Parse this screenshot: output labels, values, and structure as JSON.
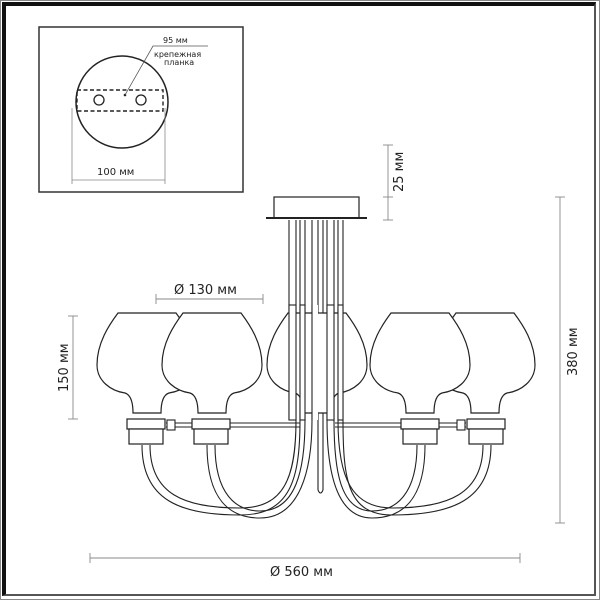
{
  "inset": {
    "bracket_label_line1": "крепежная",
    "bracket_label_line2": "планка",
    "bracket_width": "95 мм",
    "canopy_diameter": "100 мм"
  },
  "dimensions": {
    "canopy_height": "25 мм",
    "total_height": "380 мм",
    "shade_diameter": "Ø 130 мм",
    "shade_height": "150 мм",
    "total_diameter": "Ø 560 мм"
  },
  "colors": {
    "line": "#222222",
    "dimension_line": "#888888",
    "frame_dark": "#111111",
    "background": "#ffffff"
  }
}
